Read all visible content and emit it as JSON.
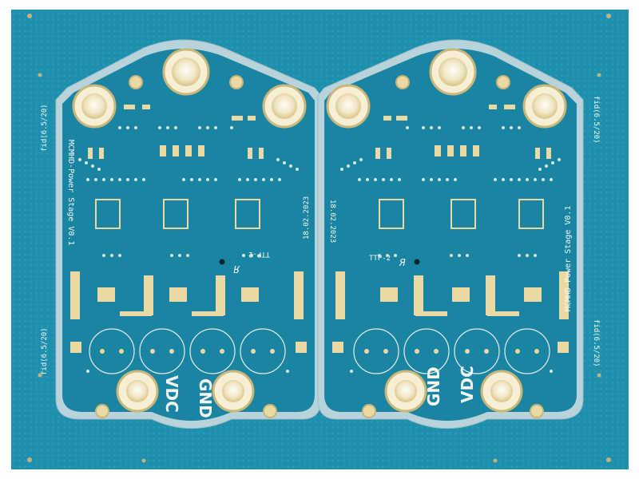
{
  "colors": {
    "page_bg": "#ffffff",
    "panel_blue": "#1f8fae",
    "board_blue": "#1a84a3",
    "route_edge": "#b7cfd6",
    "gold": "#e9d9a3",
    "gold_dark": "#c9b57a",
    "silkscreen": "#f3f6f1"
  },
  "panel": {
    "edge_label_left_top": "fid(6.5/20)",
    "edge_label_left_bottom": "fid(6.5/20)",
    "edge_label_right_top": "fid(6.5/20)",
    "edge_label_right_bottom": "fid(6.5/20)"
  },
  "board_left": {
    "side_title": "MCMHD-Power Stage V0.1",
    "code_block": "TTP-2",
    "date": "18.02.2023",
    "label_vdc": "VDC",
    "label_gnd": "GND"
  },
  "board_right": {
    "side_title": "MCMHD-Power Stage V0.1",
    "code_block": "TTP-2",
    "date": "18.02.2023",
    "label_vdc": "VDC",
    "label_gnd": "GND"
  },
  "icons": {
    "board_left_logo": "ul-logo-icon",
    "board_right_logo": "ul-logo-icon"
  }
}
